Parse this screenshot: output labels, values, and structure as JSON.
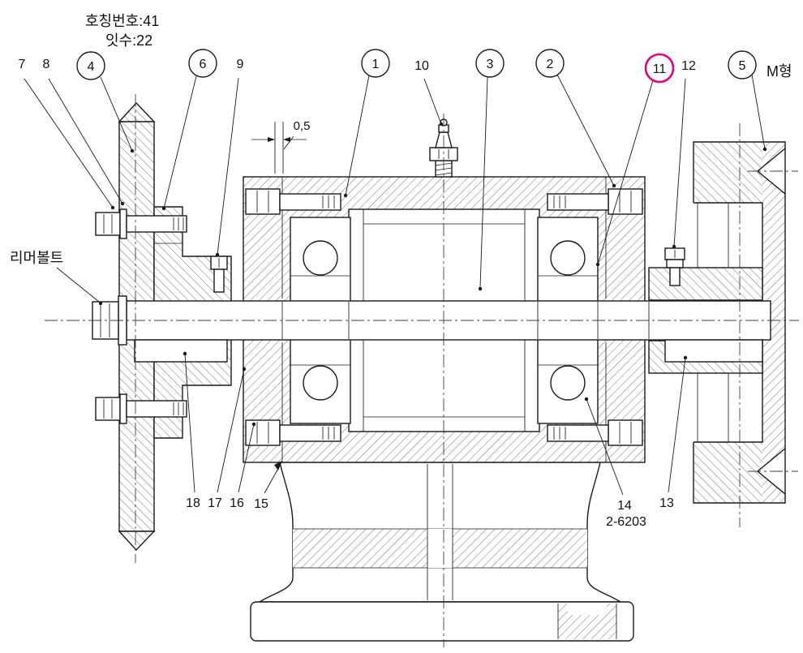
{
  "notes": {
    "sprocket_call_no": "호칭번호:41",
    "sprocket_teeth": "잇수:22",
    "reamer_bolt_label": "리머볼트",
    "pulley_type_label": "M형",
    "bearing_spec": "2-6203",
    "gap_dimension": "0,5"
  },
  "balloons": {
    "b1": "1",
    "b2": "2",
    "b3": "3",
    "b4": "4",
    "b5": "5",
    "b6": "6",
    "b7": "7",
    "b8": "8",
    "b9": "9",
    "b10": "10",
    "b11": "11",
    "b12": "12",
    "b13": "13",
    "b14": "14",
    "b15": "15",
    "b16": "16",
    "b17": "17",
    "b18": "18"
  },
  "highlight": {
    "balloon": "11",
    "color": "#e6007d"
  }
}
